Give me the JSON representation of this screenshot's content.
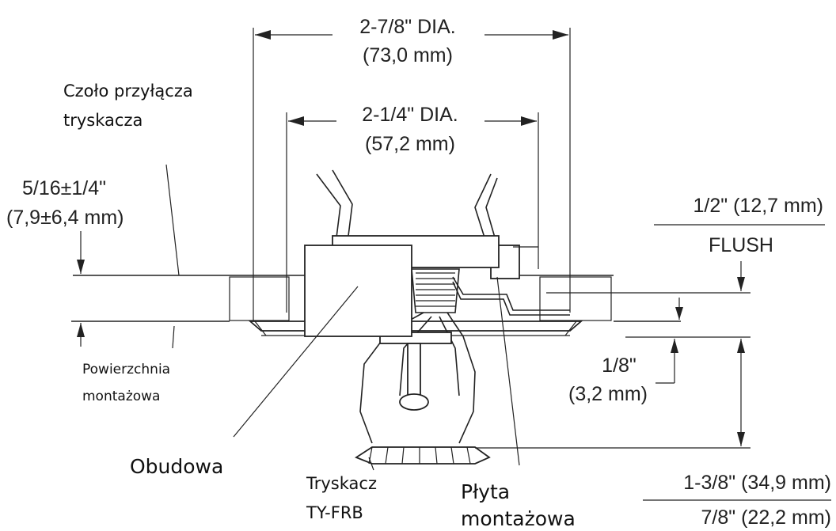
{
  "dimensions": {
    "outer_dia_in": "2-7/8\" DIA.",
    "outer_dia_mm": "(73,0 mm)",
    "inner_dia_in": "2-1/4\" DIA.",
    "inner_dia_mm": "(57,2 mm)",
    "offset_in": "5/16±1/4\"",
    "offset_mm": "(7,9±6,4 mm)",
    "recess_top": "1/2\" (12,7 mm)",
    "recess_bottom": "FLUSH",
    "gap_in": "1/8\"",
    "gap_mm": "(3,2 mm)",
    "drop_top": "1-3/8\" (34,9 mm)",
    "drop_bottom": "7/8\" (22,2 mm)"
  },
  "labels": {
    "fitting_face_line1": "Czoło przyłącza",
    "fitting_face_line2": "tryskacza",
    "mounting_surface_line1": "Powierzchnia",
    "mounting_surface_line2": "montażowa",
    "housing": "Obudowa",
    "sprinkler_line1": "Tryskacz",
    "sprinkler_line2": "TY-FRB",
    "plate_line1": "Płyta",
    "plate_line2": "montażowa"
  }
}
